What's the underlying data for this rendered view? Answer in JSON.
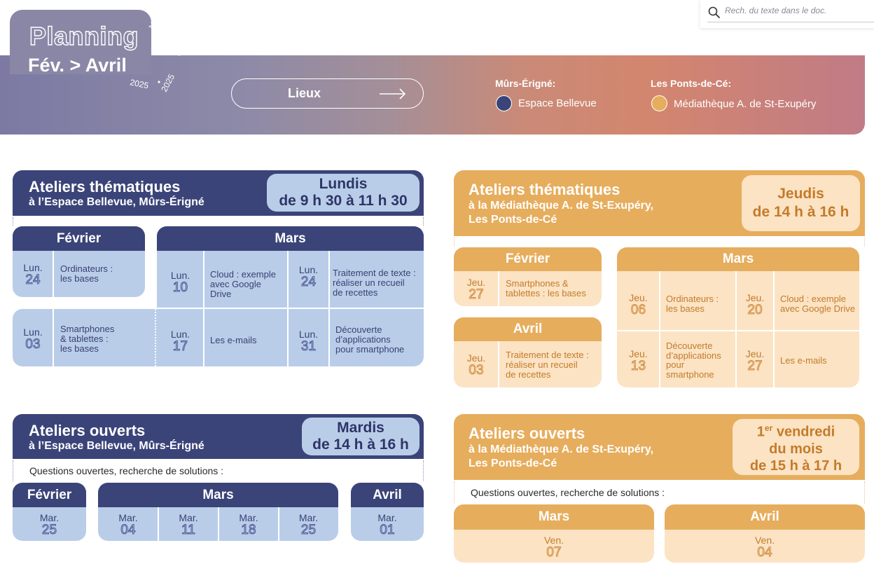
{
  "search": {
    "placeholder": "Rech. du texte dans le doc."
  },
  "header": {
    "title": "Planning",
    "period": "Fév. > Avril",
    "year_ring": [
      "2025",
      "2025",
      "2025",
      "20"
    ],
    "lieux_label": "Lieux",
    "locations": [
      {
        "city": "Mûrs-Érigné:",
        "venue": "Espace Bellevue",
        "color": "#3b4478"
      },
      {
        "city": "Les Ponts-de-Cé:",
        "venue": "Médiathèque A. de St-Exupéry",
        "color": "#e6ad5d"
      }
    ]
  },
  "colors": {
    "navy": "#3b4478",
    "light_blue": "#b9cde9",
    "orange": "#e6ad5d",
    "peach": "#fbe3c4"
  },
  "them_bellevue": {
    "title": "Ateliers thématiques",
    "subtitle": "à l’Espace Bellevue, Mûrs-Érigné",
    "time": [
      "Lundis",
      "de 9 h 30 à 11 h 30"
    ],
    "fevrier": {
      "label": "Février",
      "sessions": [
        {
          "day": "Lun.",
          "date": "24",
          "topic": "Ordinateurs :\nles bases"
        },
        {
          "day": "Lun.",
          "date": "03",
          "topic": "Smartphones\n& tablettes :\nles bases"
        }
      ]
    },
    "mars": {
      "label": "Mars",
      "sessions": [
        {
          "day": "Lun.",
          "date": "10",
          "topic": "Cloud : exemple\navec Google\nDrive"
        },
        {
          "day": "Lun.",
          "date": "24",
          "topic": "Traitement de texte :\nréaliser un recueil\nde recettes"
        },
        {
          "day": "Lun.",
          "date": "17",
          "topic": "Les e-mails"
        },
        {
          "day": "Lun.",
          "date": "31",
          "topic": "Découverte\nd’applications\npour smartphone"
        }
      ]
    }
  },
  "them_mediatheque": {
    "title": "Ateliers thématiques",
    "subtitle": [
      "à la Médiathèque A. de St-Exupéry,",
      "Les Ponts-de-Cé"
    ],
    "time": [
      "Jeudis",
      "de 14 h à 16 h"
    ],
    "fevrier": {
      "label": "Février",
      "sessions": [
        {
          "day": "Jeu.",
          "date": "27",
          "topic": "Smartphones &\ntablettes : les bases"
        }
      ]
    },
    "avril": {
      "label": "Avril",
      "sessions": [
        {
          "day": "Jeu.",
          "date": "03",
          "topic": "Traitement de texte :\nréaliser un recueil\nde recettes"
        }
      ]
    },
    "mars": {
      "label": "Mars",
      "sessions": [
        {
          "day": "Jeu.",
          "date": "06",
          "topic": "Ordinateurs :\nles bases"
        },
        {
          "day": "Jeu.",
          "date": "20",
          "topic": "Cloud : exemple\navec Google Drive"
        },
        {
          "day": "Jeu.",
          "date": "13",
          "topic": "Découverte\nd’applications\npour\nsmartphone"
        },
        {
          "day": "Jeu.",
          "date": "27",
          "topic": "Les e-mails"
        }
      ]
    }
  },
  "open_bellevue": {
    "title": "Ateliers ouverts",
    "subtitle": "à l’Espace Bellevue, Mûrs-Érigné",
    "time": [
      "Mardis",
      "de 14 h à 16 h"
    ],
    "questions": "Questions ouvertes, recherche de solutions :",
    "fevrier": {
      "label": "Février",
      "dates": [
        {
          "day": "Mar.",
          "date": "25"
        }
      ]
    },
    "mars": {
      "label": "Mars",
      "dates": [
        {
          "day": "Mar.",
          "date": "04"
        },
        {
          "day": "Mar.",
          "date": "11"
        },
        {
          "day": "Mar.",
          "date": "18"
        },
        {
          "day": "Mar.",
          "date": "25"
        }
      ]
    },
    "avril": {
      "label": "Avril",
      "dates": [
        {
          "day": "Mar.",
          "date": "01"
        }
      ]
    }
  },
  "open_mediatheque": {
    "title": "Ateliers ouverts",
    "subtitle": [
      "à la Médiathèque A. de St-Exupéry,",
      "Les Ponts-de-Cé"
    ],
    "time": [
      "1",
      "er",
      " vendredi",
      "du mois",
      "de 15 h à 17 h"
    ],
    "questions": "Questions ouvertes, recherche de solutions :",
    "mars": {
      "label": "Mars",
      "dates": [
        {
          "day": "Ven.",
          "date": "07"
        }
      ]
    },
    "avril": {
      "label": "Avril",
      "dates": [
        {
          "day": "Ven.",
          "date": "04"
        }
      ]
    }
  }
}
